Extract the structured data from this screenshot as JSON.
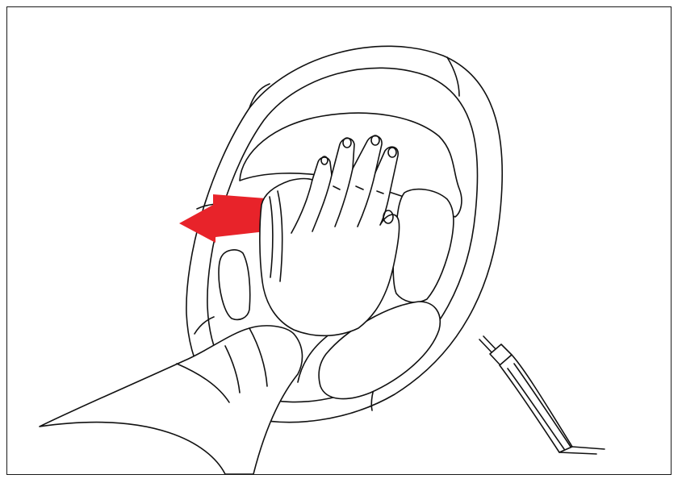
{
  "illustration": {
    "colors": {
      "line": "#111111",
      "background": "#ffffff",
      "arrow": "#e8232a"
    },
    "parts": [
      "steering-wheel",
      "horn-pad",
      "hand",
      "sleeve",
      "screwdriver",
      "press-arrow"
    ]
  }
}
